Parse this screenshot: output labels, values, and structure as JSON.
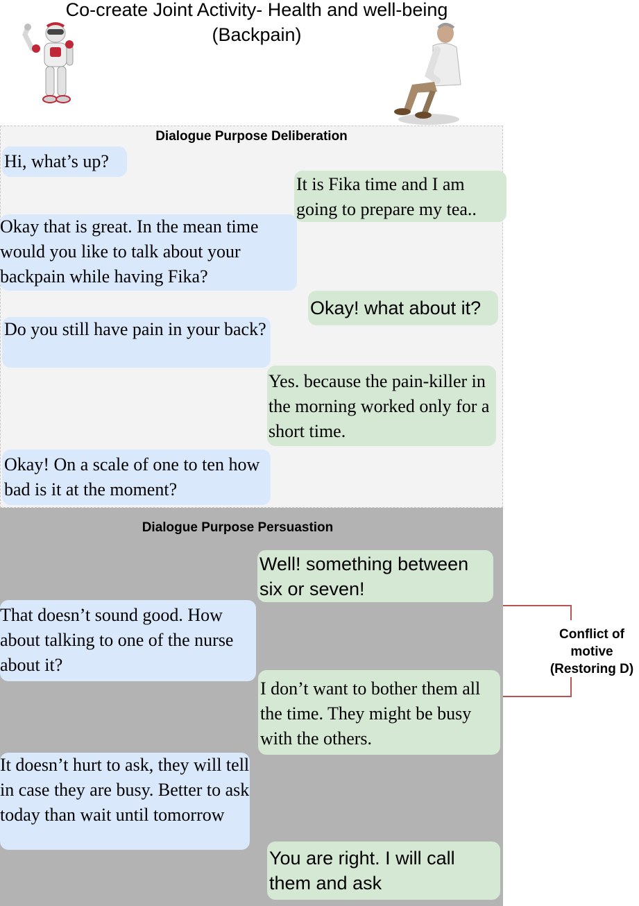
{
  "title": "Co-create Joint Activity- Health and well-being (Backpain)",
  "sections": {
    "deliberation": {
      "heading": "Dialogue Purpose Deliberation",
      "messages": [
        {
          "speaker": "robot",
          "text": "Hi, what’s up?"
        },
        {
          "speaker": "human",
          "text": "It is Fika time and I am going to prepare my tea.."
        },
        {
          "speaker": "robot",
          "text": "Okay that is great. In the mean time would you like to talk about your backpain while having Fika?"
        },
        {
          "speaker": "human",
          "text": "Okay! what about it?"
        },
        {
          "speaker": "robot",
          "text": "Do you still have pain in your back?"
        },
        {
          "speaker": "human",
          "text": "Yes. because the pain-killer in the morning worked only for a short time."
        },
        {
          "speaker": "robot",
          "text": "Okay! On a scale of one to ten how bad is it at the moment?"
        }
      ]
    },
    "persuasion": {
      "heading": "Dialogue Purpose Persuastion",
      "messages": [
        {
          "speaker": "human",
          "text": "Well! something between six or seven!"
        },
        {
          "speaker": "robot",
          "text": "That doesn’t sound good. How about talking to one of the nurse about it?"
        },
        {
          "speaker": "human",
          "text": "I don’t want to bother them all the time. They might be busy with the others."
        },
        {
          "speaker": "robot",
          "text": "It doesn’t hurt to ask, they will tell in case they are busy. Better to ask today than wait until tomorrow"
        },
        {
          "speaker": "human",
          "text": "You are right. I will call them and ask"
        }
      ]
    }
  },
  "annotation": {
    "label": "Conflict of motive (Restoring D)",
    "color": "#b85450"
  },
  "colors": {
    "robot_bubble": "#dae8fc",
    "human_bubble": "#d5e8d4",
    "deliberation_bg": "#f3f3f3",
    "persuasion_bg": "#b3b3b3"
  },
  "icons": [
    "robot-icon",
    "seated-person-icon"
  ]
}
